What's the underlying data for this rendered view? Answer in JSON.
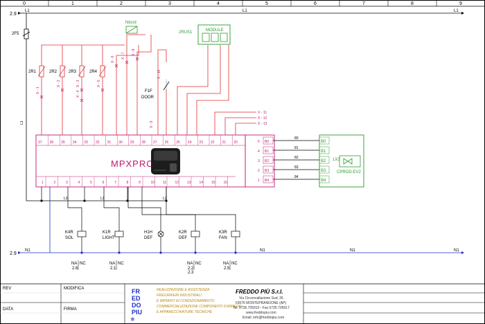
{
  "ruler": {
    "numbers": [
      "0",
      "1",
      "2",
      "3",
      "4",
      "5",
      "6",
      "7",
      "8",
      "9"
    ]
  },
  "lines": {
    "l1_left": "2.9",
    "l1_label": "L1",
    "l1_right": "L1",
    "n1_left": "2.9",
    "n1_label": "N1",
    "n1_right": "N1",
    "fuse": "2F5",
    "l3": "L3"
  },
  "devices": {
    "mpx_label": "MPXPRO",
    "ntc_label": "Ntcnd",
    "relay_box_label": "MODULE",
    "relay_box_ref": "2RUS1",
    "door_label": "DOOR",
    "door_ref": "F1F",
    "x10": "X - 10",
    "x9": "X - 9",
    "valve_ref": "1X3",
    "valve_label": "CPROD-EV2",
    "resistors": [
      "2R1",
      "2R2",
      "2R3",
      "2R4"
    ],
    "x_connectors": [
      "X - 1",
      "X - 2",
      "X - 3",
      "X - 4",
      "X - 5",
      "X - 6",
      "X - 7",
      "X - 8"
    ],
    "x_right": [
      "X - 11",
      "X - 12",
      "X - 13"
    ]
  },
  "terminals_top": [
    "37",
    "36",
    "35",
    "34",
    "33",
    "32",
    "31",
    "30",
    "29",
    "28",
    "27",
    "26",
    "25",
    "24",
    "23",
    "22",
    "21",
    "20"
  ],
  "terminals_bottom": [
    "1",
    "2",
    "3",
    "4",
    "5",
    "6",
    "7",
    "8",
    "9",
    "10",
    "11",
    "12",
    "13",
    "14",
    "15",
    "16"
  ],
  "terminals_right": [
    {
      "n": "5",
      "code": "B0"
    },
    {
      "n": "4",
      "code": "B1"
    },
    {
      "n": "3",
      "code": "B2"
    },
    {
      "n": "2",
      "code": "B3"
    },
    {
      "n": "1",
      "code": "B4"
    }
  ],
  "wire_numbers_right": [
    "80",
    "81",
    "82",
    "83",
    "84"
  ],
  "outputs": [
    {
      "ref": "K4R",
      "desc": "SOL",
      "na": "NA",
      "nc": "NC",
      "contact": "2.6"
    },
    {
      "ref": "K1R",
      "desc": "LIGHT",
      "na": "NA",
      "nc": "NC",
      "contact": "2.1"
    },
    {
      "ref": "H1H",
      "desc": "DEF",
      "na": "",
      "nc": "",
      "contact": ""
    },
    {
      "ref": "K2R",
      "desc": "DEF",
      "na": "NA",
      "nc": "NC",
      "contact": "2.2\n2.3"
    },
    {
      "ref": "K3R",
      "desc": "FAN",
      "na": "NA",
      "nc": "NC",
      "contact": "2.5"
    }
  ],
  "title_block": {
    "rev": "REV",
    "modifica": "MODIFICA",
    "data": "DATA",
    "firma": "FIRMA",
    "logo_letters": [
      "FR",
      "ED",
      "DO",
      "PIU"
    ],
    "services": [
      "REALIZZAZIONE E ASSISTENZA",
      "FRIGORIFERI INDUSTRIALI",
      "E IMPIANTI DI CONDIZIONAMENTO",
      "COMMERCIALIZZAZIONE COMPONENTI D'ARREDO",
      "E APPARECCHIATURE TECNICHE"
    ],
    "company": "FREDDO PIÙ S.r.l.",
    "address1": "Via Circonvallazione Sud, 26",
    "address2": "63076 MONTEPRANDONE (AP)",
    "phone": "Tel. 0735.705910 - Fax 0735.705917",
    "web": "www.freddopiu.com",
    "email": "Email: info@freddopiu.com"
  },
  "colors": {
    "magenta": "#c0186e",
    "red": "#e03030",
    "green": "#2a9a2a",
    "blue": "#1a2ec8",
    "black": "#000000"
  }
}
